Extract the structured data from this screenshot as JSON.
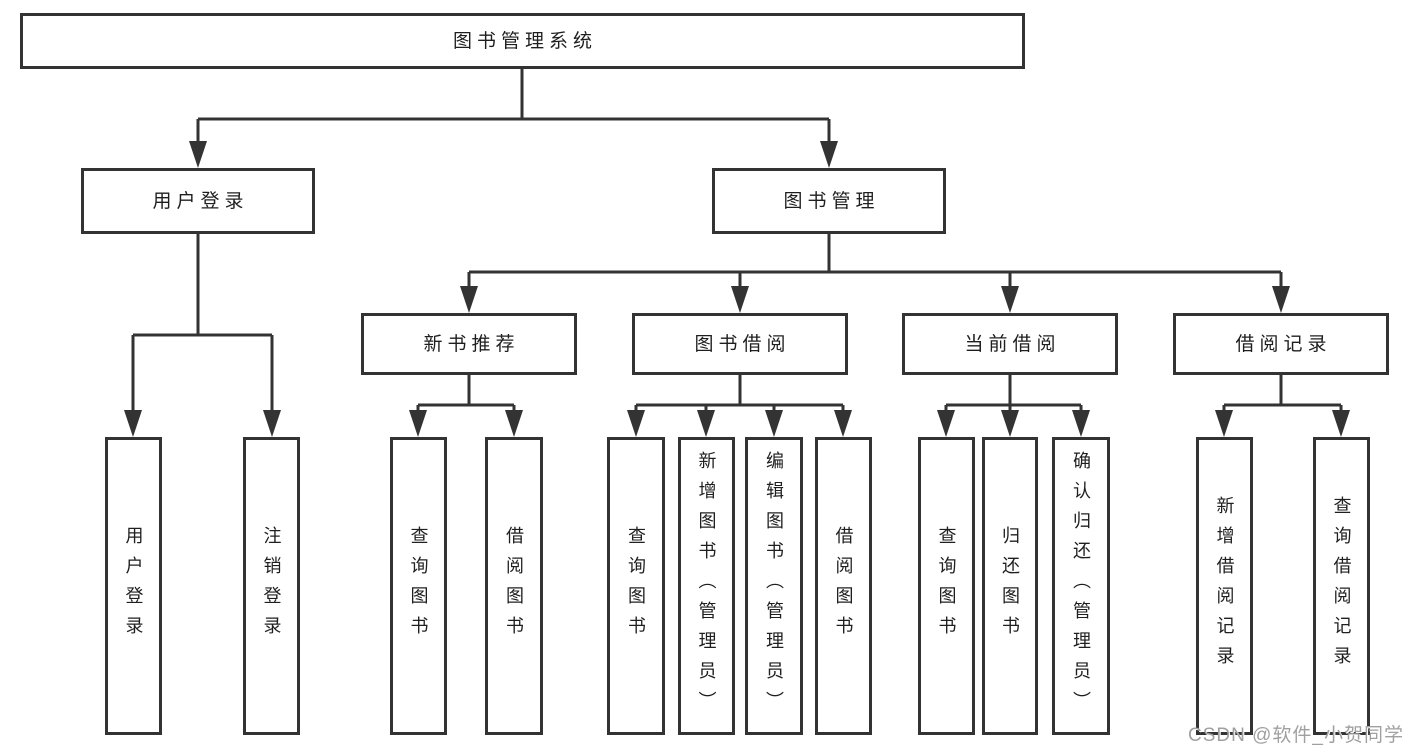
{
  "diagram": {
    "title": "图书管理系统",
    "tree": {
      "label": "图书管理系统",
      "children": [
        {
          "label": "用户登录",
          "children": [
            {
              "label": "用户登录"
            },
            {
              "label": "注销登录"
            }
          ]
        },
        {
          "label": "图书管理",
          "children": [
            {
              "label": "新书推荐",
              "children": [
                {
                  "label": "查询图书"
                },
                {
                  "label": "借阅图书"
                }
              ]
            },
            {
              "label": "图书借阅",
              "children": [
                {
                  "label": "查询图书"
                },
                {
                  "label": "新增图书（管理员）"
                },
                {
                  "label": "编辑图书（管理员）"
                },
                {
                  "label": "借阅图书"
                }
              ]
            },
            {
              "label": "当前借阅",
              "children": [
                {
                  "label": "查询图书"
                },
                {
                  "label": "归还图书"
                },
                {
                  "label": "确认归还（管理员）"
                }
              ]
            },
            {
              "label": "借阅记录",
              "children": [
                {
                  "label": "新增借阅记录"
                },
                {
                  "label": "查询借阅记录"
                }
              ]
            }
          ]
        }
      ]
    },
    "line_color": "#333333",
    "background_color": "#ffffff"
  },
  "watermark": "CSDN @软件_小贺同学"
}
